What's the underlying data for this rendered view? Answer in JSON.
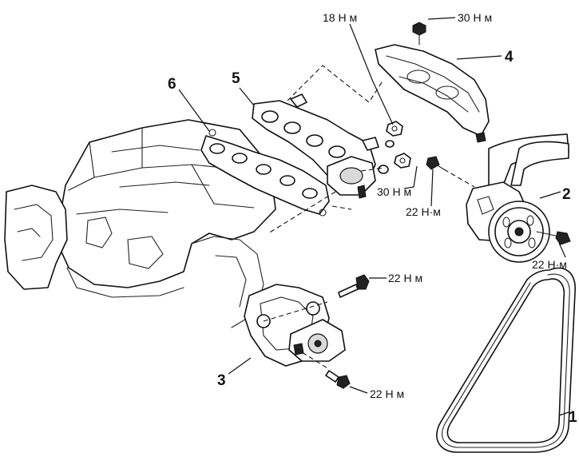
{
  "callouts": {
    "part1": "1",
    "part2": "2",
    "part3": "3",
    "part4": "4",
    "part5": "5",
    "part6": "6"
  },
  "torques": {
    "heat_shield_bolt": "30 Н м",
    "manifold_nut_upper": "18 Н м",
    "manifold_nut_lower": "30 Н м",
    "pump_bracket_bolt": "22 Н·м",
    "pump_pulley_bolt": "22 Н·м",
    "tensioner_bolt_upper": "22 Н м",
    "tensioner_bolt_lower": "22 Н м"
  }
}
